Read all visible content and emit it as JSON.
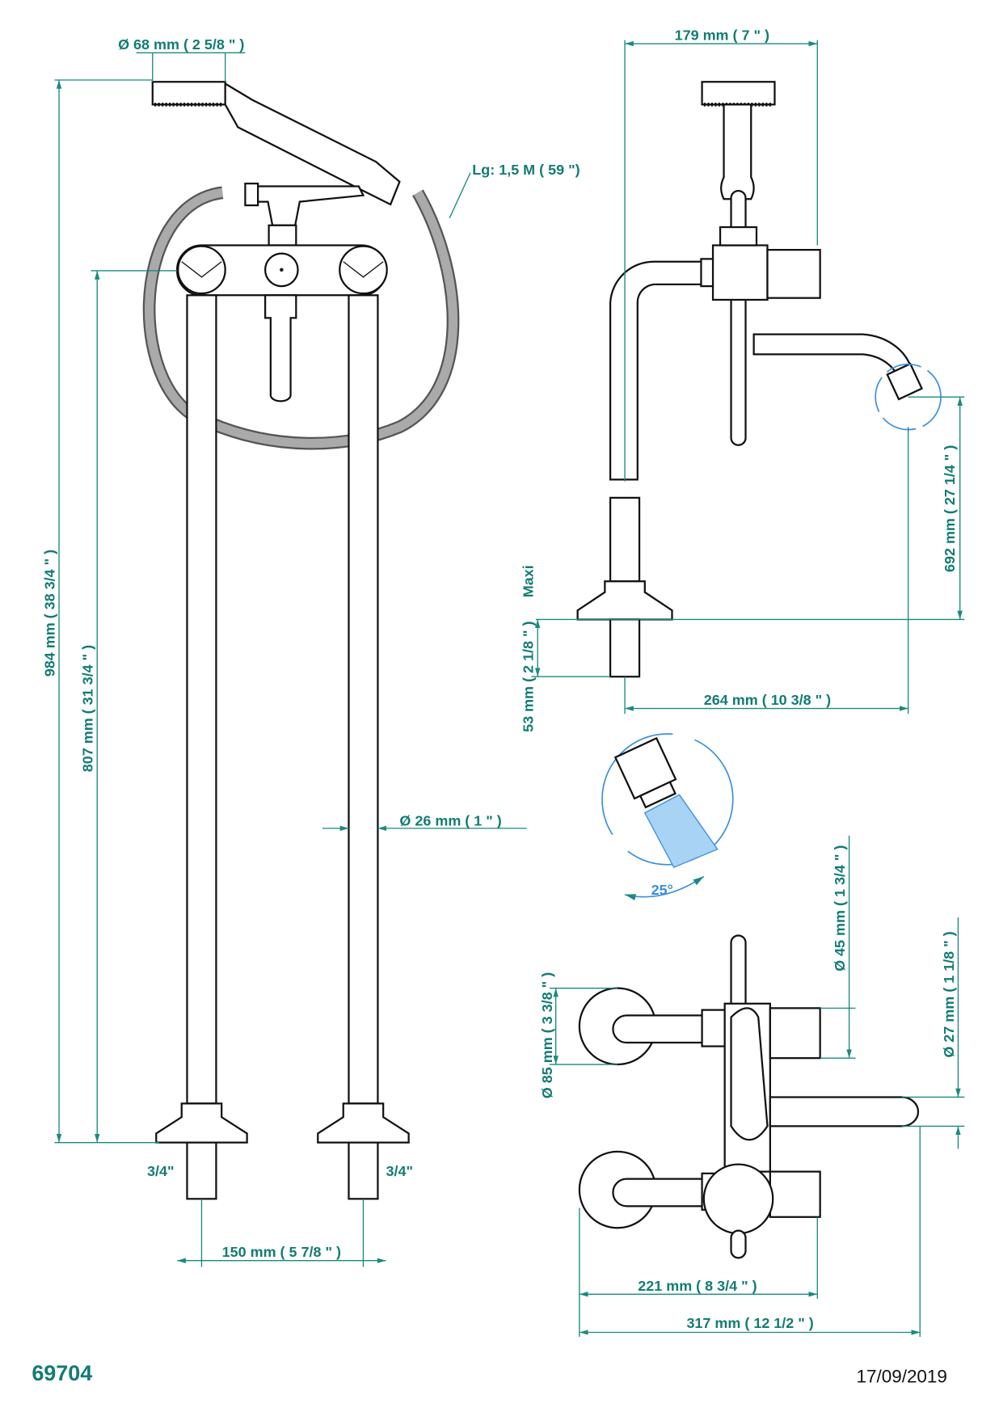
{
  "document": {
    "reference": "69704",
    "date": "17/09/2019"
  },
  "colors": {
    "dimension": "#127c72",
    "detail": "#3b8fe0",
    "hose": "#9a9a9a"
  },
  "left_view": {
    "head_diameter": "Ø 68 mm ( 2 5/8 \" )",
    "hose_length": "Lg: 1,5 M ( 59 \")",
    "total_height": "984 mm ( 38 3/4 \" )",
    "body_height": "807 mm ( 31 3/4 \" )",
    "pipe_diameter": "Ø 26 mm ( 1 \" )",
    "thread_left": "3/4\"",
    "thread_right": "3/4\"",
    "centers": "150 mm ( 5 7/8 \" )"
  },
  "side_view": {
    "width": "179 mm ( 7 \" )",
    "spout_height": "692 mm ( 27 1/4 \" )",
    "maxi_label": "Maxi",
    "stub_length": "53 mm ( 2 1/8 \" )",
    "projection": "264 mm ( 10 3/8 \" )",
    "angle": "25°"
  },
  "top_view": {
    "handle_diameter": "Ø 45 mm ( 1 3/4 \" )",
    "spout_diameter": "Ø 27 mm ( 1 1/8 \" )",
    "flange_diameter": "Ø 85 mm ( 3 3/8 \" )",
    "depth_body": "221 mm ( 8 3/4 \" )",
    "depth_total": "317 mm ( 12 1/2 \" )"
  }
}
